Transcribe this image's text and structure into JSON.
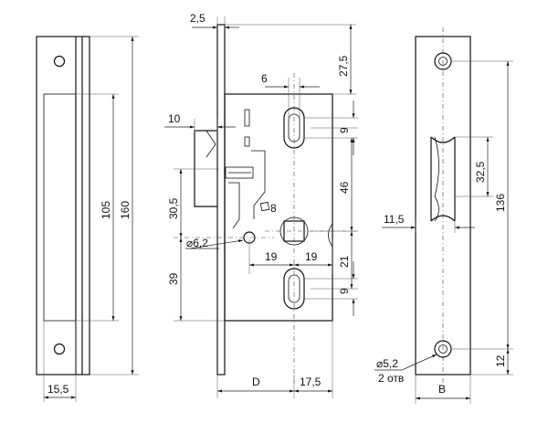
{
  "dims": {
    "d_2_5": "2,5",
    "d_27_5": "27,5",
    "d_6": "6",
    "d_10": "10",
    "d_9a": "9",
    "d_46": "46",
    "d_30_5": "30,5",
    "d_sq8": "8",
    "d_phi62": "⌀6,2",
    "d_19a": "19",
    "d_19b": "19",
    "d_21": "21",
    "d_9b": "9",
    "d_39": "39",
    "d_D": "D",
    "d_17_5": "17,5",
    "d_105": "105",
    "d_160": "160",
    "d_15_5": "15,5",
    "d_11_5": "11,5",
    "d_32_5": "32,5",
    "d_136": "136",
    "d_12": "12",
    "d_phi52": "⌀5,2",
    "d_2otv": "2 отв",
    "d_B": "B"
  }
}
